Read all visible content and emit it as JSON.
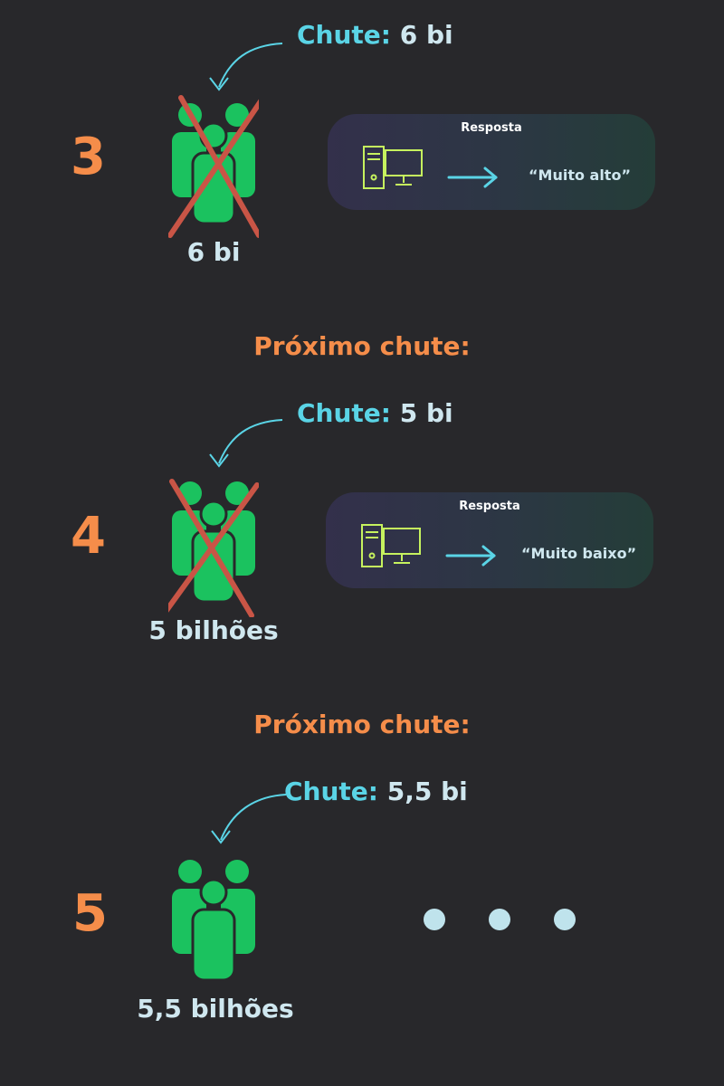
{
  "colors": {
    "background": "#28282b",
    "step_number": "#f58d4a",
    "guess_key": "#5ad4e6",
    "text_light": "#cfe7ef",
    "people_green": "#1bc25f",
    "cross_red": "#c95546",
    "computer_lime": "#c6f25e",
    "arrow_cyan": "#5ad4e6"
  },
  "icons": {
    "people": "group-people-icon",
    "cross": "red-x-cross",
    "computer": "desktop-computer-icon",
    "arrow": "right-arrow-icon",
    "curved_arrow": "curved-pointer-arrow"
  },
  "steps": [
    {
      "number": "3",
      "guess_key": "Chute:",
      "guess_value": "6 bi",
      "people_label": "6 bi",
      "crossed": true,
      "answer_title": "Resposta",
      "answer_text": "“Muito alto”"
    },
    {
      "number": "4",
      "guess_key": "Chute:",
      "guess_value": "5 bi",
      "people_label": "5 bilhões",
      "crossed": true,
      "answer_title": "Resposta",
      "answer_text": "“Muito baixo”"
    },
    {
      "number": "5",
      "guess_key": "Chute:",
      "guess_value": "5,5 bi",
      "people_label": "5,5 bilhões",
      "crossed": false
    }
  ],
  "next_guess_titles": [
    "Próximo chute:",
    "Próximo chute:"
  ]
}
